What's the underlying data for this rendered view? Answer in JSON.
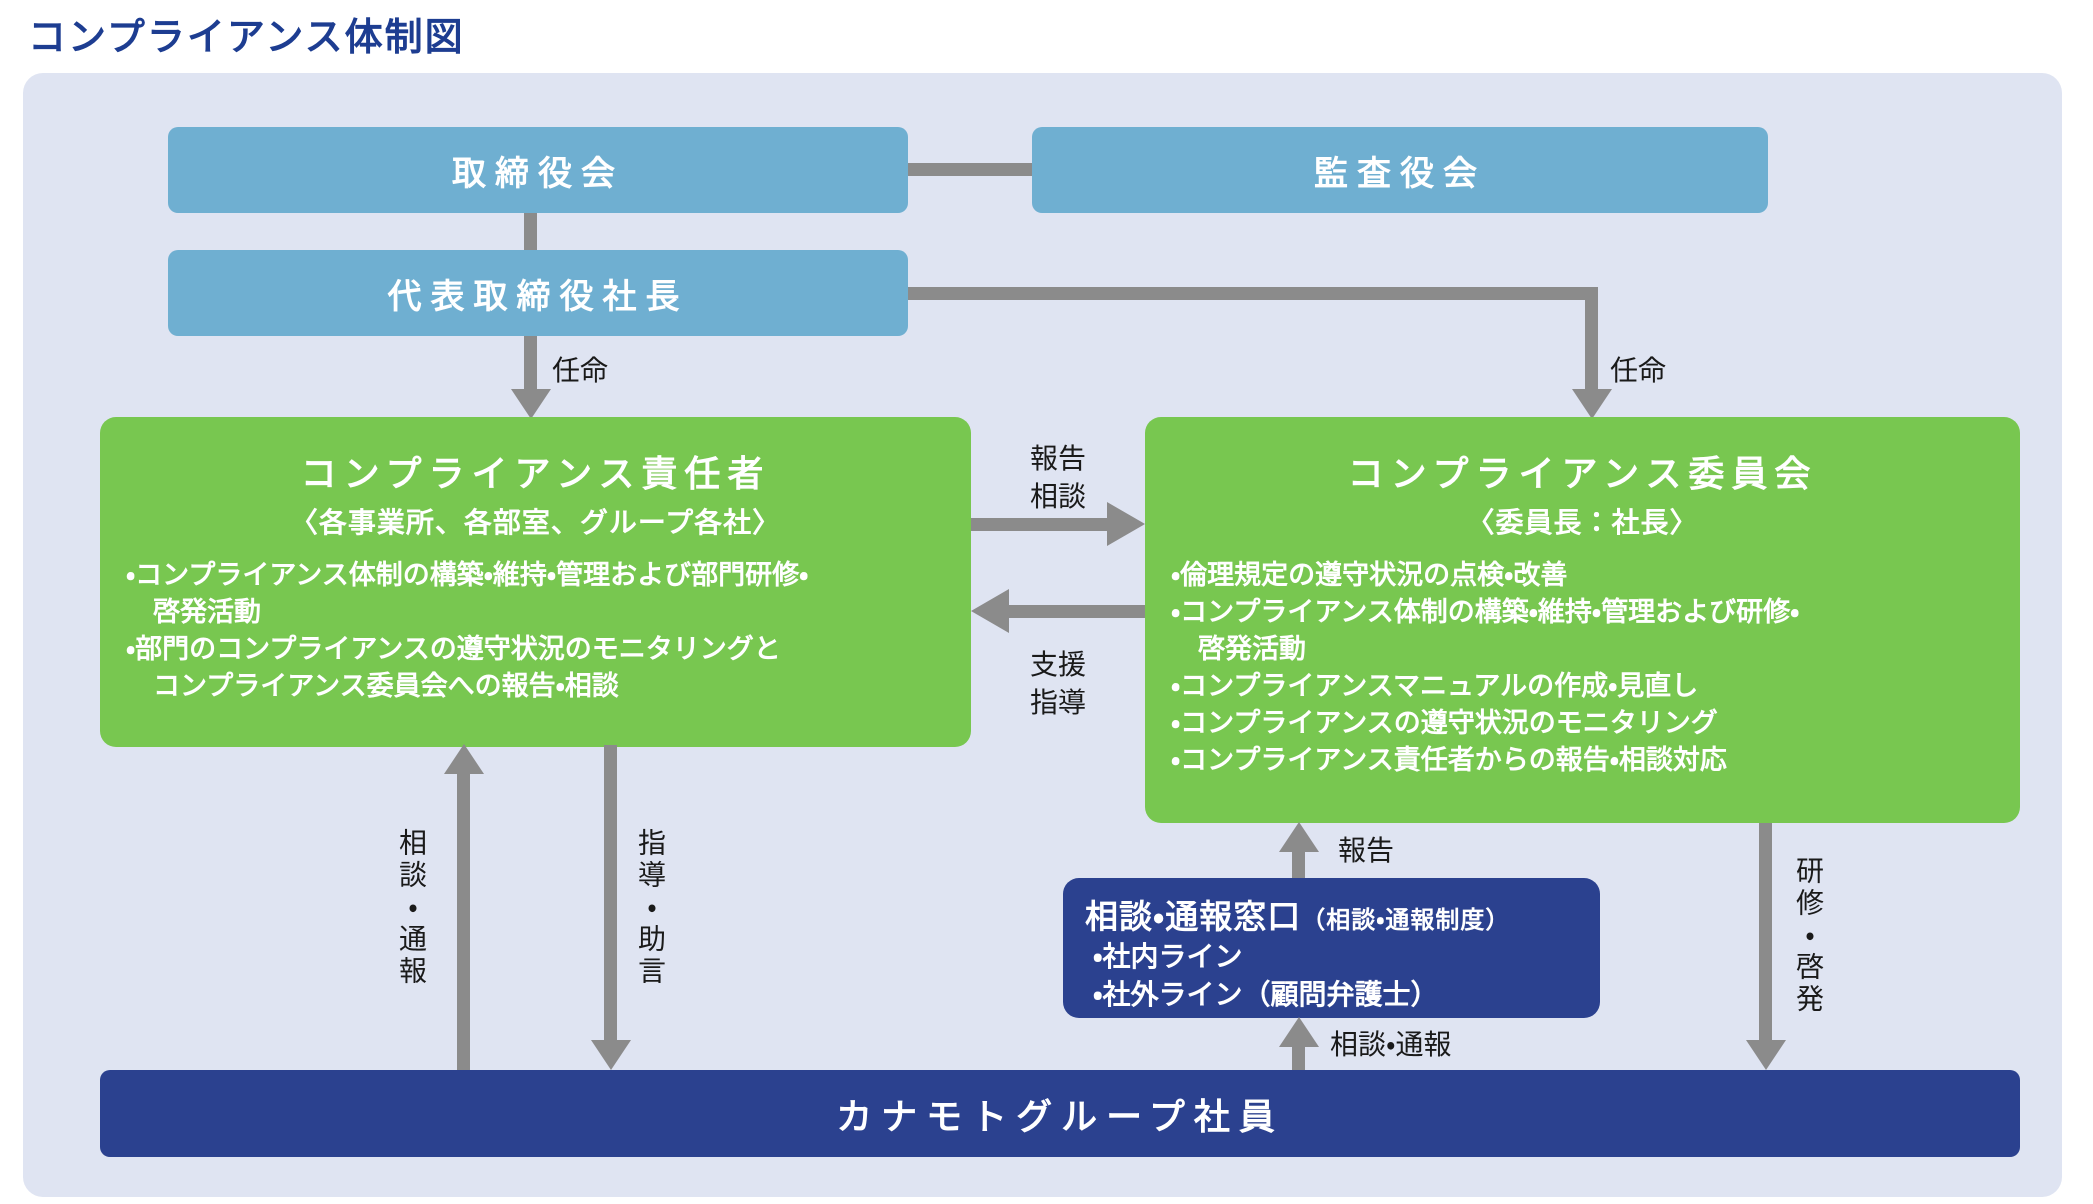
{
  "title": "コンプライアンス体制図",
  "colors": {
    "title_text": "#1d3d91",
    "panel_bg": "#dfe4f2",
    "blue_box": "#6fafd1",
    "green_box": "#78c750",
    "navy_box": "#2b418f",
    "arrow_gray": "#8b8b8b",
    "box_text": "#ffffff",
    "label_text": "#1a1a1a"
  },
  "nodes": {
    "board": {
      "label": "取締役会"
    },
    "audit": {
      "label": "監査役会"
    },
    "president": {
      "label": "代表取締役社長"
    },
    "officer": {
      "title": "コンプライアンス責任者",
      "subtitle": "〈各事業所、各部室、グループ各社〉",
      "bullets": [
        [
          "・コンプライアンス体制の構築・維持・管理および部門研修・",
          "啓発活動"
        ],
        [
          "・部門のコンプライアンスの遵守状況のモニタリングと",
          "コンプライアンス委員会への報告・相談"
        ]
      ]
    },
    "committee": {
      "title": "コンプライアンス委員会",
      "subtitle": "〈委員長：社長〉",
      "bullets": [
        [
          "・倫理規定の遵守状況の点検・改善"
        ],
        [
          "・コンプライアンス体制の構築・維持・管理および研修・",
          "啓発活動"
        ],
        [
          "・コンプライアンスマニュアルの作成・見直し"
        ],
        [
          "・コンプライアンスの遵守状況のモニタリング"
        ],
        [
          "・コンプライアンス責任者からの報告・相談対応"
        ]
      ]
    },
    "hotline": {
      "title": "相談・通報窓口",
      "note": "（相談・通報制度）",
      "bullets": [
        "・社内ライン",
        "・社外ライン（顧問弁護士）"
      ]
    },
    "employees": {
      "label": "カナモトグループ社員"
    }
  },
  "arrow_labels": {
    "appoint_left": "任命",
    "appoint_right": "任命",
    "report": "報告",
    "consult": "相談",
    "support": "支援",
    "guide": "指導",
    "consult_report_left": "相談・通報",
    "guide_advice": "指導・助言",
    "hotline_report": "報告",
    "hotline_consult_report": "相談・通報",
    "training": "研修・啓発"
  }
}
